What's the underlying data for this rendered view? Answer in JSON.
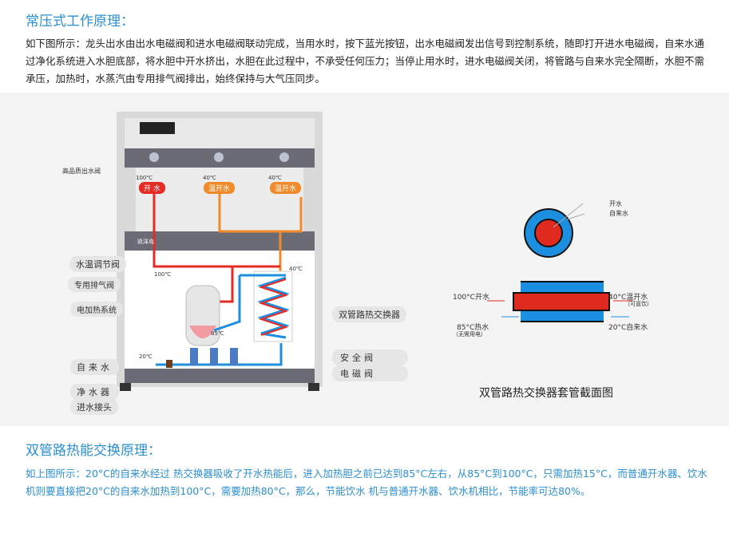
{
  "section1": {
    "title": "常压式工作原理：",
    "body": "如下图所示：龙头出水由出水电磁阀和进水电磁阀联动完成，当用水时，按下蓝光按钮，出水电磁阀发出信号到控制系统，随即打开进水电磁阀，自来水通过净化系统进入水胆底部，将水胆中开水挤出，水胆在此过程中，不承受任何压力；当停止用水时，进水电磁阀关闭，将管路与自来水完全隔断，水胆不需承压，加热时，水蒸汽由专用排气阀排出，始终保持与大气压同步。"
  },
  "machine": {
    "taps": [
      {
        "temp": "100℃",
        "label": "开 水",
        "color": "#e52b24"
      },
      {
        "temp": "40℃",
        "label": "温开水",
        "color": "#f08a2a"
      },
      {
        "temp": "40℃",
        "label": "温开水",
        "color": "#f08a2a"
      }
    ],
    "brand": "凯泽岛",
    "temps": {
      "hot": "100℃",
      "warm": "40℃",
      "preheated": "85℃",
      "inlet": "20℃"
    },
    "labels_left": [
      "高品质出水阀",
      "水温调节阀",
      "专用排气阀",
      "电加热系统",
      "自来水",
      "净水器",
      "进水接头"
    ],
    "labels_right": [
      "双管路热交换器",
      "安全阀",
      "电磁阀"
    ]
  },
  "cross_section": {
    "legend": [
      "开水",
      "自来水"
    ],
    "left_in": "100°C开水",
    "left_out": "85°C热水",
    "left_out_note": "（无需用电）",
    "right_out": "40°C温开水",
    "right_out_note": "（可直饮）",
    "right_in": "20°C自来水",
    "caption": "双管路热交换器套管截面图",
    "colors": {
      "hot": "#e02a20",
      "cold": "#1d8fe0"
    }
  },
  "section2": {
    "title": "双管路热能交换原理：",
    "body": "如上图所示：20°C的自来水经过 热交换器吸收了开水热能后，进入加热胆之前已达到85°C左右，从85°C到100°C，只需加热15°C，而普通开水器、饮水机则要直接把20°C的自来水加热到100°C，需要加热80°C，那么，节能饮水 机与普通开水器、饮水机相比，节能率可达80%。"
  }
}
